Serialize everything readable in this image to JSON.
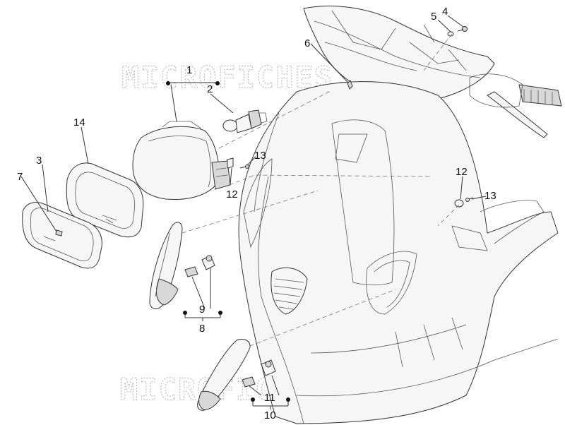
{
  "watermark": {
    "text": "MICROFICHES.NET"
  },
  "callouts": [
    {
      "id": "1"
    },
    {
      "id": "2"
    },
    {
      "id": "3"
    },
    {
      "id": "4"
    },
    {
      "id": "5"
    },
    {
      "id": "6"
    },
    {
      "id": "7"
    },
    {
      "id": "8"
    },
    {
      "id": "9"
    },
    {
      "id": "10"
    },
    {
      "id": "11"
    },
    {
      "id": "12"
    },
    {
      "id": "12"
    },
    {
      "id": "13"
    },
    {
      "id": "13"
    },
    {
      "id": "14"
    }
  ]
}
